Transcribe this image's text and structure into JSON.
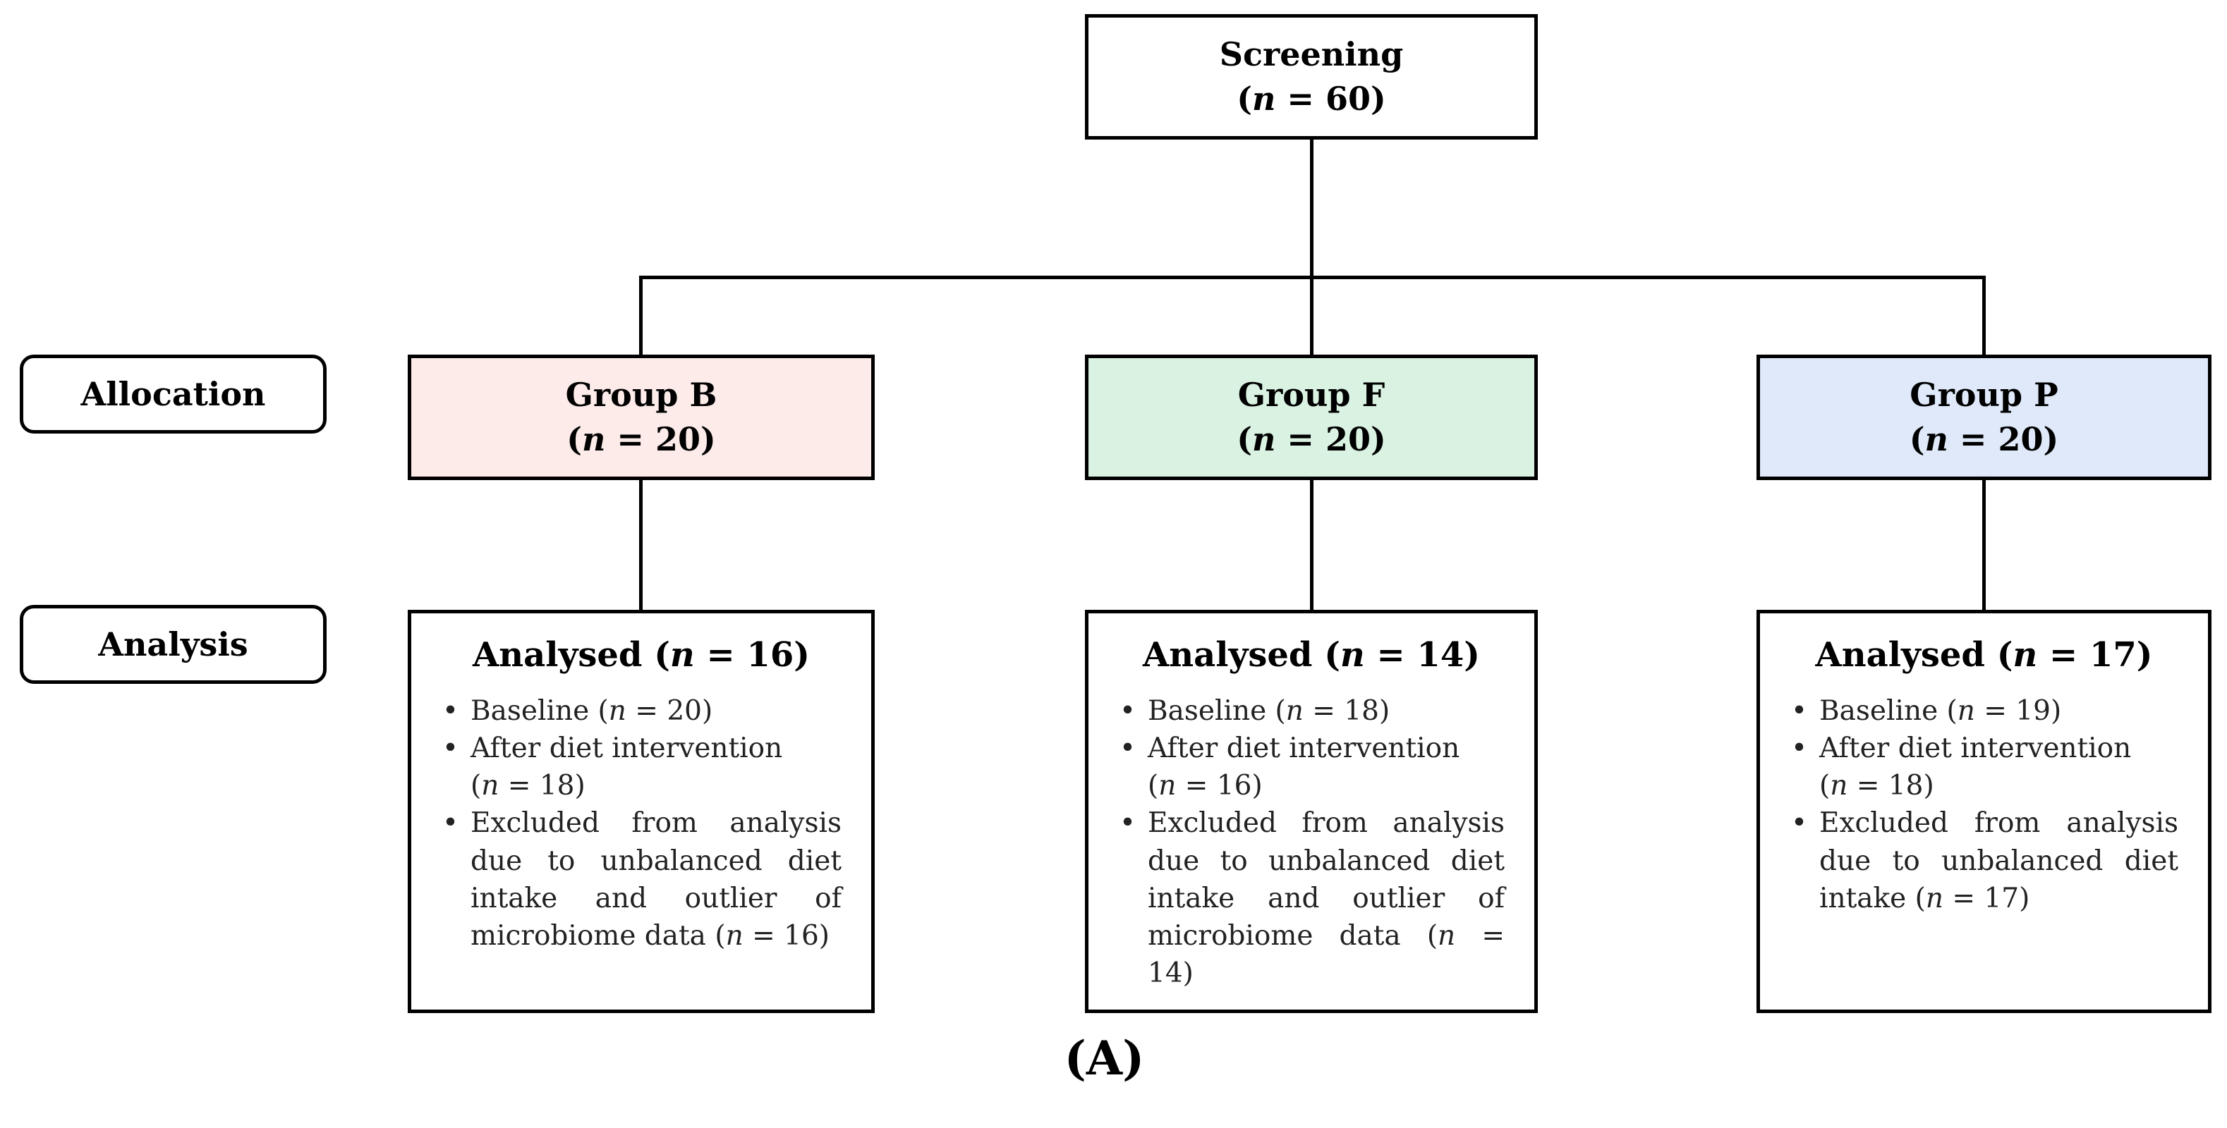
{
  "screening": {
    "title": "Screening",
    "count": "(n = 60)"
  },
  "stage_labels": {
    "allocation": "Allocation",
    "analysis": "Analysis"
  },
  "groups": [
    {
      "name": "Group B",
      "count": "(n = 20)",
      "color": "#fcebe9"
    },
    {
      "name": "Group F",
      "count": "(n = 20)",
      "color": "#d9f2e1"
    },
    {
      "name": "Group P",
      "count": "(n = 20)",
      "color": "#dfe9fa"
    }
  ],
  "analysis_boxes": [
    {
      "heading": "Analysed (n = 16)",
      "bullets": [
        "Baseline (n = 20)",
        "After diet intervention\n(n = 18)",
        "Excluded from analysis due to unbalanced diet intake and outlier of microbiome data (n = 16)"
      ]
    },
    {
      "heading": "Analysed (n = 14)",
      "bullets": [
        "Baseline (n = 18)",
        "After diet intervention\n(n = 16)",
        "Excluded from analysis due to unbalanced diet intake and outlier of microbiome data (n = 14)"
      ]
    },
    {
      "heading": "Analysed (n = 17)",
      "bullets": [
        "Baseline (n = 19)",
        "After diet intervention\n(n = 18)",
        "Excluded from analysis due to unbalanced diet intake (n = 17)"
      ]
    }
  ],
  "caption": "(A)",
  "colors": {
    "border": "#000000",
    "group_b_fill": "#fcebe9",
    "group_f_fill": "#d9f2e1",
    "group_p_fill": "#dfe9fa"
  }
}
